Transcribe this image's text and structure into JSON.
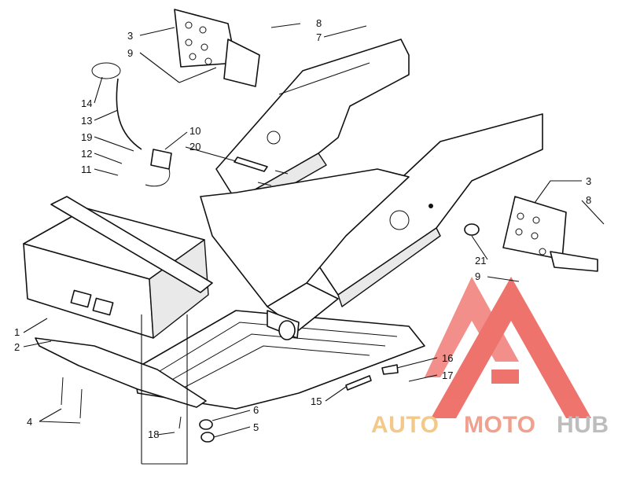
{
  "callouts": {
    "c1": "1",
    "c2": "2",
    "c3a": "3",
    "c3b": "3",
    "c4": "4",
    "c5": "5",
    "c6": "6",
    "c7": "7",
    "c8a": "8",
    "c8b": "8",
    "c9a": "9",
    "c9b": "9",
    "c10": "10",
    "c11": "11",
    "c12": "12",
    "c13": "13",
    "c14": "14",
    "c15": "15",
    "c16": "16",
    "c17": "17",
    "c18": "18",
    "c19": "19",
    "c20": "20",
    "c21": "21"
  },
  "watermark": {
    "auto": "AUTO",
    "moto": "MOTO",
    "hub": "HUB",
    "colors": {
      "auto": "#f3c98a",
      "moto": "#f0a08f",
      "hub": "#bdbdbd",
      "logo": "#e8453c"
    }
  }
}
